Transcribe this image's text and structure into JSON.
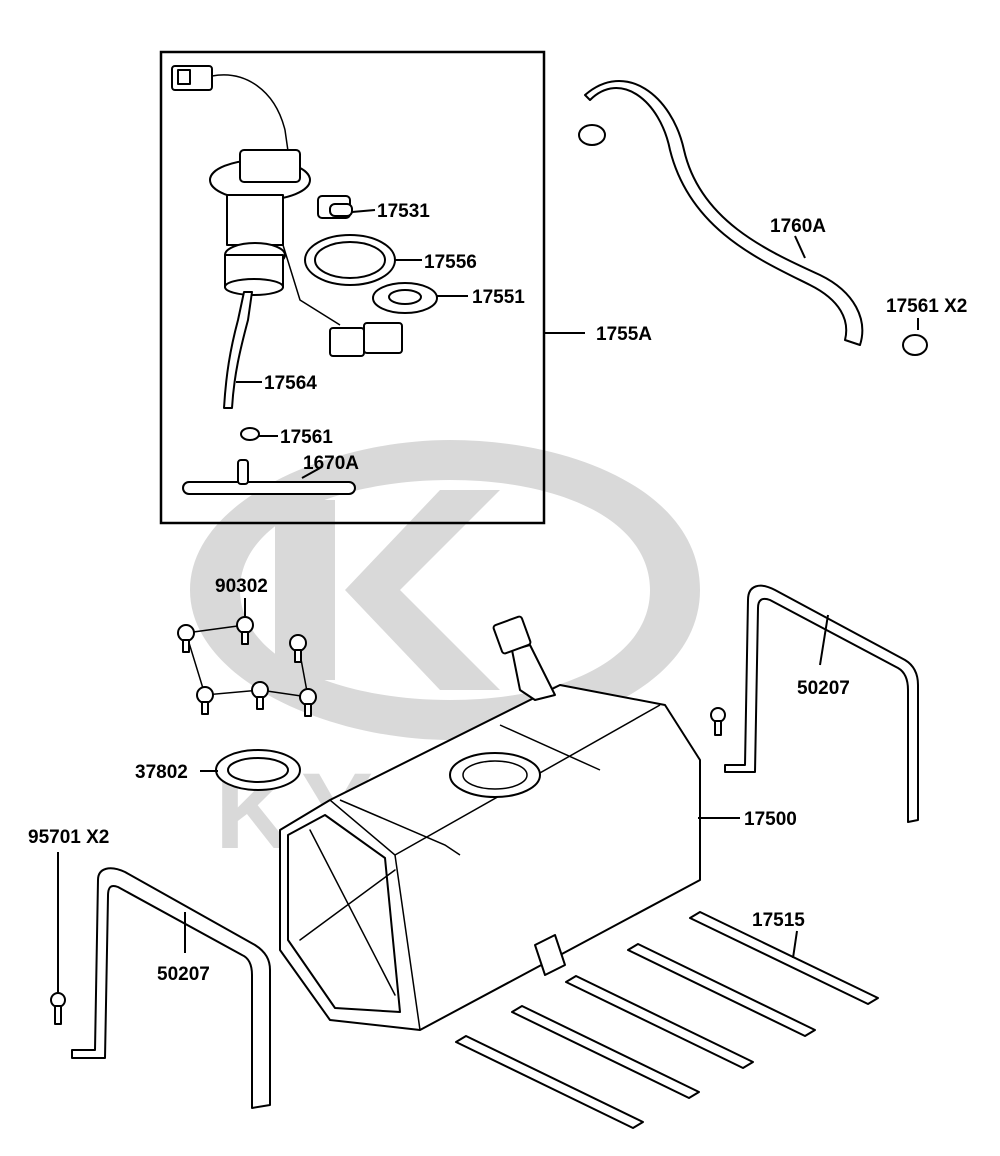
{
  "watermark": {
    "brand": "KYMCO"
  },
  "callouts": {
    "c17531": "17531",
    "c17556": "17556",
    "c17551": "17551",
    "c17564": "17564",
    "c17561a": "17561",
    "c1670A": "1670A",
    "c1755A": "1755A",
    "c1760A": "1760A",
    "c17561x2": "17561 X2",
    "c90302": "90302",
    "c50207a": "50207",
    "c37802": "37802",
    "c17500": "17500",
    "c95701x2": "95701 X2",
    "c50207b": "50207",
    "c17515": "17515"
  }
}
